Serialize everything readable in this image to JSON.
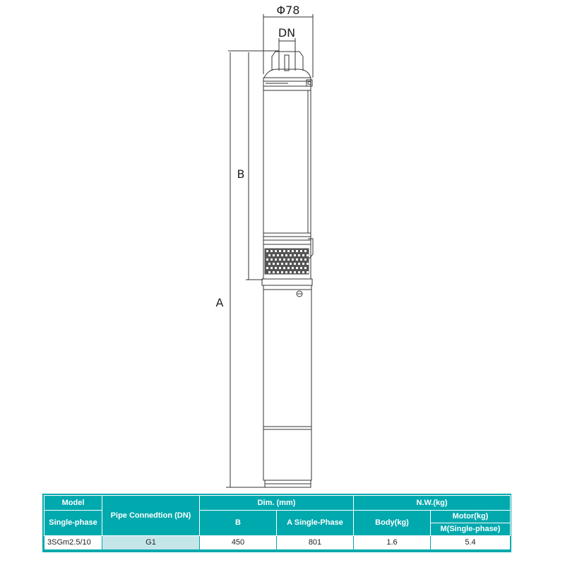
{
  "drawing": {
    "diameter_label": "Φ78",
    "dn_label": "DN",
    "b_label": "B",
    "a_label": "A"
  },
  "table": {
    "headers": {
      "model": "Model",
      "single_phase": "Single-phase",
      "pipe": "Pipe Connedtion (DN)",
      "dim": "Dim. (mm)",
      "b": "B",
      "a": "A Single-Phase",
      "nw": "N.W.(kg)",
      "body": "Body(kg)",
      "motor": "Motor(kg)",
      "motor_sub": "M(Single-phase)"
    },
    "rows": [
      {
        "model": "3SGm2.5/10",
        "pipe": "G1",
        "b": "450",
        "a": "801",
        "body": "1.6",
        "motor": "5.4"
      }
    ]
  },
  "colors": {
    "accent": "#00a9ae",
    "highlight": "#c4e6e8"
  }
}
